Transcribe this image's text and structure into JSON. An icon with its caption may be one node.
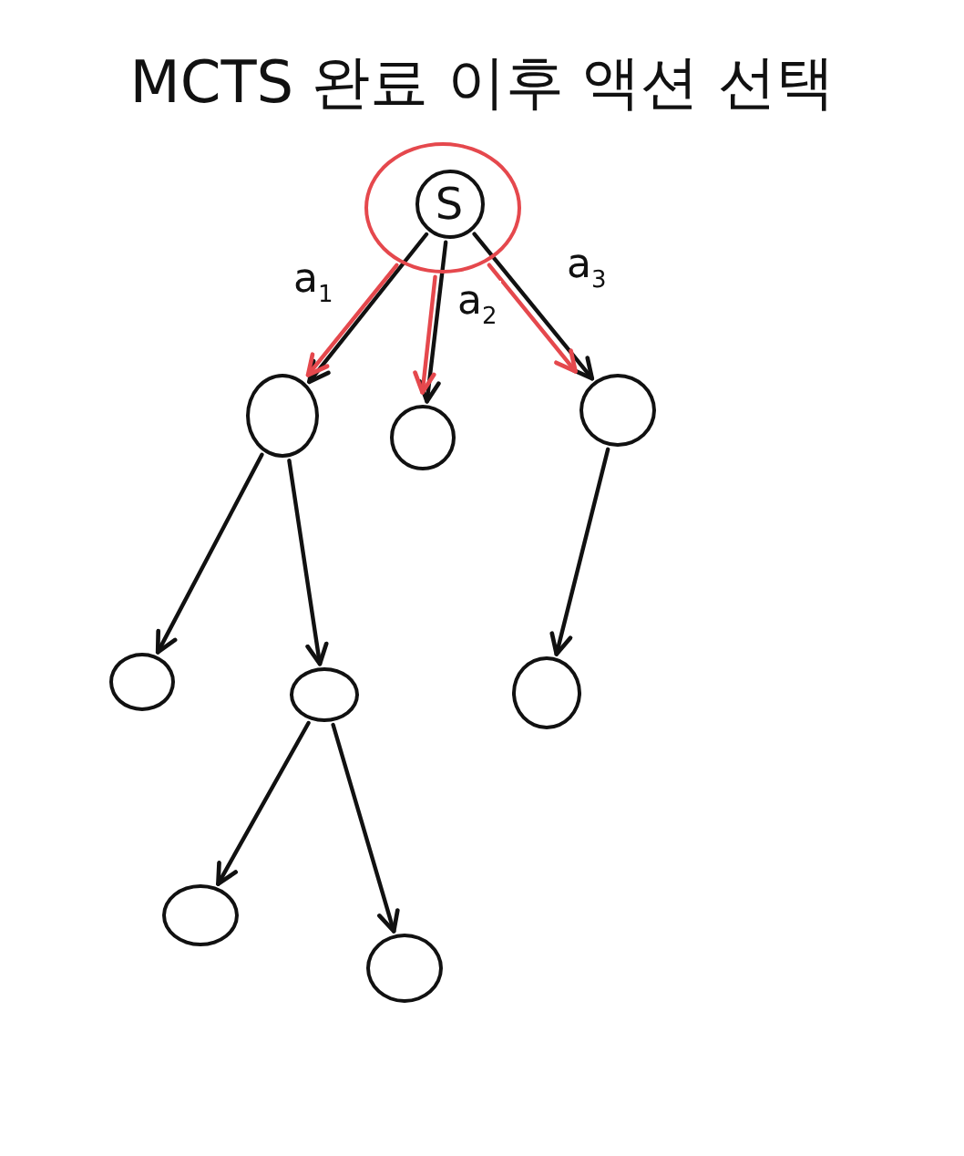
{
  "diagram": {
    "title": "MCTS 완료 이후 액션 선택",
    "nodes": [
      {
        "text": [],
        "shape": "circle"
      },
      {
        "text": [
          "S"
        ],
        "in": 0
      },
      {
        "text": [],
        "shape": "circle"
      },
      {
        "text": [],
        "shape": "circle"
      },
      {
        "text": [],
        "shape": "circle"
      },
      {
        "text": [],
        "shape": "circle"
      },
      {
        "text": [],
        "shape": "circle"
      },
      {
        "text": [],
        "shape": "circle"
      },
      {
        "text": [],
        "shape": "circle"
      },
      {
        "text": [],
        "shape": "circle"
      }
    ],
    "edges": [
      {
        "from": 1,
        "to": 2,
        "arrow": "to",
        "label": "a$_{1}$"
      },
      {
        "from": 1,
        "to": 3,
        "arrow": "to",
        "label": "a$_{2}$"
      },
      {
        "from": 1,
        "to": 4,
        "arrow": "to",
        "label": "a$_{3}$"
      },
      {
        "from": 0,
        "to": 2,
        "arrow": "to",
        "color": "#e5484d"
      },
      {
        "from": 0,
        "to": 3,
        "arrow": "to",
        "color": "#e5484d"
      },
      {
        "from": 0,
        "to": 4,
        "arrow": "to",
        "color": "#e5484d"
      },
      {
        "from": 2,
        "to": 5,
        "arrow": "to"
      },
      {
        "from": 2,
        "to": 6,
        "arrow": "to"
      },
      {
        "from": 4,
        "to": 7,
        "arrow": "to"
      },
      {
        "from": 6,
        "to": 8,
        "arrow": "to"
      },
      {
        "from": 6,
        "to": 9,
        "arrow": "to"
      }
    ]
  }
}
